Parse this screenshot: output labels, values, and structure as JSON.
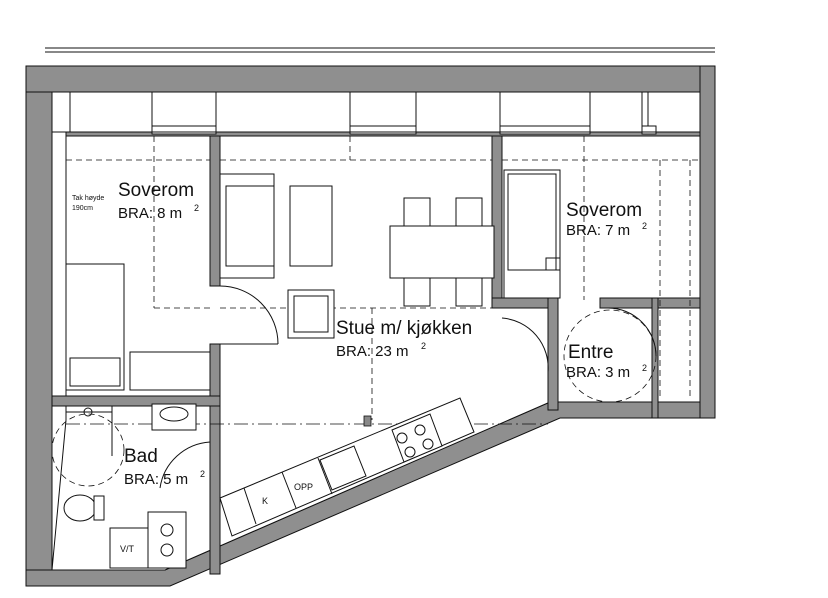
{
  "rooms": {
    "bedroom_left": {
      "name": "Soverom",
      "area": "BRA: 8 m",
      "unit_sup": "2",
      "note_line1": "Tak høyde",
      "note_line2": "190cm"
    },
    "bedroom_right": {
      "name": "Soverom",
      "area": "BRA: 7 m",
      "unit_sup": "2"
    },
    "living": {
      "name": "Stue m/ kjøkken",
      "area": "BRA: 23 m",
      "unit_sup": "2"
    },
    "entrance": {
      "name": "Entre",
      "area": "BRA: 3 m",
      "unit_sup": "2"
    },
    "bathroom": {
      "name": "Bad",
      "area": "BRA: 5 m",
      "unit_sup": "2"
    }
  },
  "kitchen": {
    "fridge_label": "K",
    "dishwasher_label": "OPP"
  },
  "laundry": {
    "label": "V/T"
  },
  "colors": {
    "wall_fill": "#8f8f8f",
    "line": "#111111",
    "background": "#ffffff"
  }
}
